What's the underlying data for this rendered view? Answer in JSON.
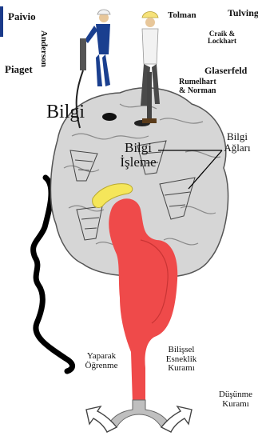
{
  "labels": {
    "paivio": "Paivio",
    "anderson": "Anderson",
    "tolman": "Tolman",
    "tulving": "Tulving",
    "craik_lockhart": [
      "Craik &",
      "Lockhart"
    ],
    "piaget": "Piaget",
    "glaserfeld": "Glaserfeld",
    "rumelhart_norman": [
      "Rumelhart",
      "& Norman"
    ],
    "bilgi_top": "Bilgi",
    "bilgi_isleme": [
      "Bilgi",
      "İşleme"
    ],
    "bilgi_aglari": [
      "Bilgi",
      "Ağları"
    ],
    "yaparak_ogrenme": [
      "Yaparak",
      "Öğrenme"
    ],
    "bilissel_esneklik": [
      "Bilişsel",
      "Esneklik",
      "Kuramı"
    ],
    "dusunme_kurami": [
      "Düşünme",
      "Kuramı"
    ]
  },
  "colors": {
    "brain_fill": "#d6d6d6",
    "brainstem": "#ef4a4a",
    "yellow": "#f5e65a",
    "accent": "#1a3a8a"
  }
}
